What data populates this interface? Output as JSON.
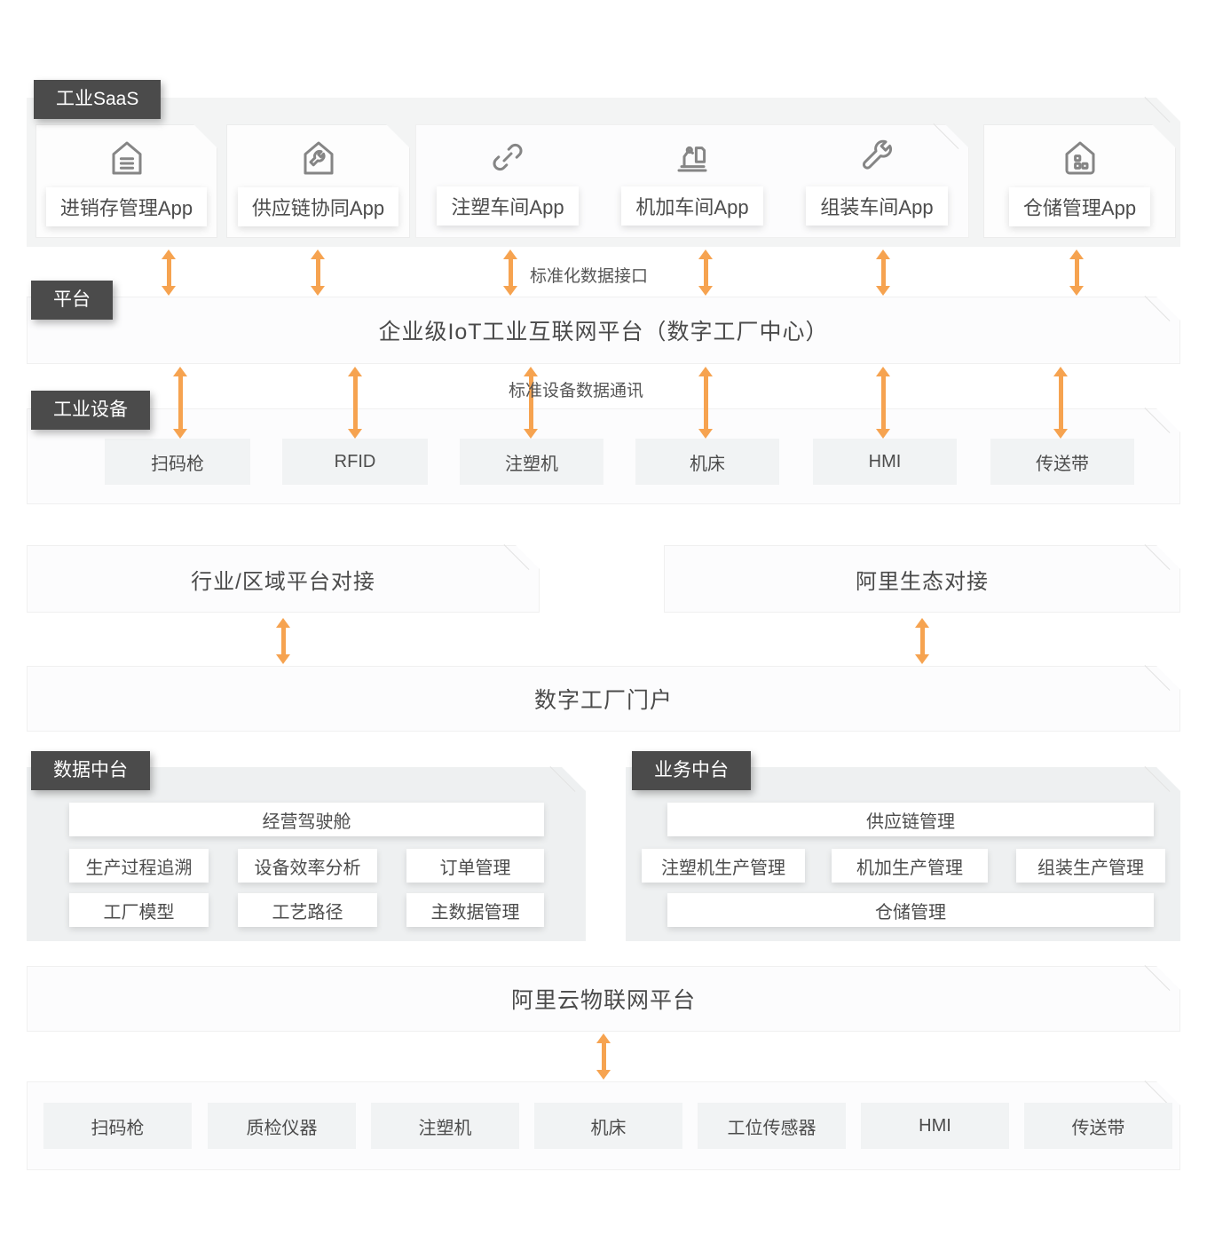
{
  "colors": {
    "accent_orange": "#F6A350",
    "tag_bg": "#4B4B4B",
    "panel_gray": "#F3F4F4",
    "item_gray": "#F1F3F4"
  },
  "tags": {
    "saas": "工业SaaS",
    "platform": "平台",
    "devices": "工业设备",
    "data_mid": "数据中台",
    "biz_mid": "业务中台"
  },
  "saas_apps": [
    {
      "label": "进销存管理App",
      "icon": "inventory-house-icon"
    },
    {
      "label": "供应链协同App",
      "icon": "supply-chain-house-icon"
    },
    {
      "label": "注塑车间App",
      "icon": "chain-link-icon"
    },
    {
      "label": "机加车间App",
      "icon": "robot-arm-icon"
    },
    {
      "label": "组装车间App",
      "icon": "wrench-icon"
    },
    {
      "label": "仓储管理App",
      "icon": "warehouse-icon"
    }
  ],
  "captions": {
    "top": "标准化数据接口",
    "mid": "标准设备数据通讯"
  },
  "bars": {
    "platform": "企业级IoT工业互联网平台（数字工厂中心）",
    "portal": "数字工厂门户",
    "iot": "阿里云物联网平台"
  },
  "industrial_devices": [
    "扫码枪",
    "RFID",
    "注塑机",
    "机床",
    "HMI",
    "传送带"
  ],
  "connectors": {
    "left": "行业/区域平台对接",
    "right": "阿里生态对接"
  },
  "data_mid": {
    "full_top": "经营驾驶舱",
    "row1": [
      "生产过程追溯",
      "设备效率分析",
      "订单管理"
    ],
    "row2": [
      "工厂模型",
      "工艺路径",
      "主数据管理"
    ]
  },
  "biz_mid": {
    "full_top": "供应链管理",
    "row1": [
      "注塑机生产管理",
      "机加生产管理",
      "组装生产管理"
    ],
    "full_bottom": "仓储管理"
  },
  "edge_devices": [
    "扫码枪",
    "质检仪器",
    "注塑机",
    "机床",
    "工位传感器",
    "HMI",
    "传送带"
  ]
}
